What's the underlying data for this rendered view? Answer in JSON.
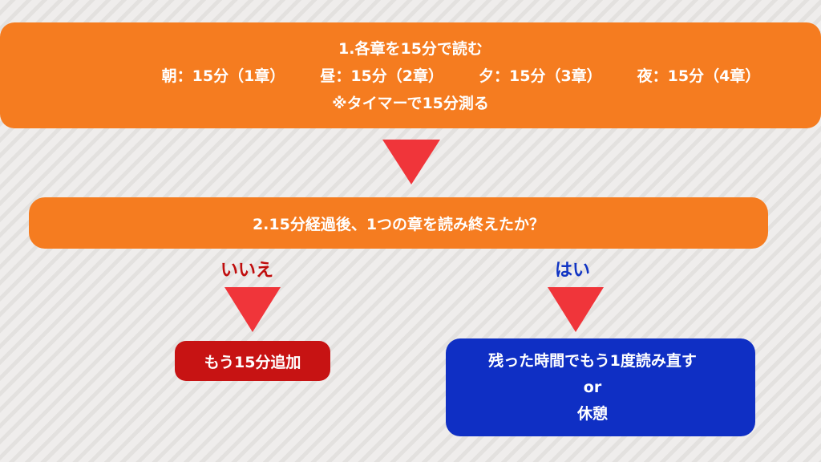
{
  "step1": {
    "title": "1.各章を15分で読む",
    "times": [
      "朝：15分（1章）",
      "昼：15分（2章）",
      "夕：15分（3章）",
      "夜：15分（4章）"
    ],
    "note": "※タイマーで15分測る"
  },
  "step2": {
    "question": "2.15分経過後、1つの章を読み終えたか？"
  },
  "branch_no": {
    "label": "いいえ",
    "action": "もう15分追加"
  },
  "branch_yes": {
    "label": "はい",
    "line1": "残った時間でもう1度読み直す",
    "line2": "or",
    "line3": "休憩"
  },
  "colors": {
    "orange": "#f57c20",
    "arrow_red": "#f0353a",
    "no_red": "#c71313",
    "yes_blue": "#0f2fc4"
  }
}
